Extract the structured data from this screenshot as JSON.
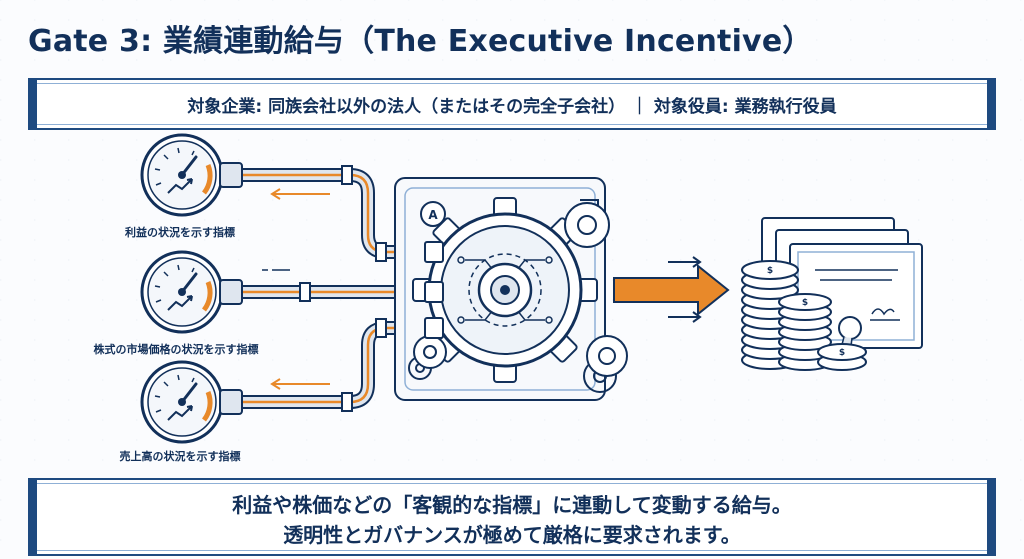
{
  "title": "Gate 3: 業績連動給与（The Executive Incentive）",
  "target_bar": {
    "text": "対象企業: 同族会社以外の法人（またはその完全子会社） ｜ 対象役員: 業務執行役員"
  },
  "diagram": {
    "gauges": [
      {
        "icon": "pressure-gauge-icon",
        "label": "利益の状況を示す指標"
      },
      {
        "icon": "pressure-gauge-icon",
        "label": "株式の市場価格の状況を示す指標"
      },
      {
        "icon": "pressure-gauge-icon",
        "label": "売上高の状況を示す指標"
      }
    ],
    "engine_icon": "gear-machine-icon",
    "output_icon": "coins-and-certificates-icon",
    "colors": {
      "navy": "#12305a",
      "orange": "#e8892a",
      "pipe": "#cfd8e3",
      "paper": "#ffffff"
    }
  },
  "summary": {
    "line1": "利益や株価などの「客観的な指標」に連動して変動する給与。",
    "line2": "透明性とガバナンスが極めて厳格に要求されます。"
  }
}
